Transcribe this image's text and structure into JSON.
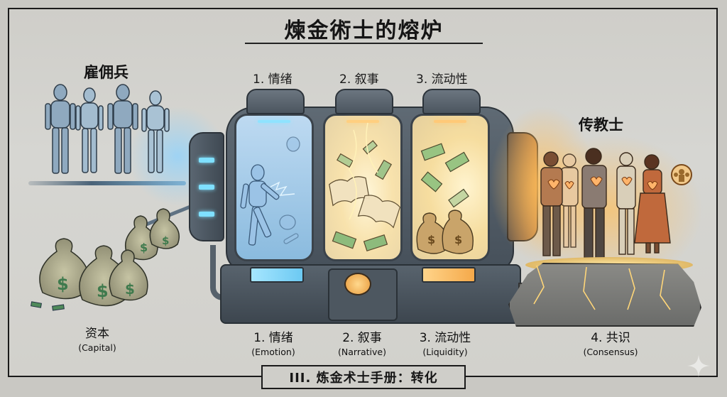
{
  "title": "煉金術士的熔炉",
  "left_section": {
    "top_label": "雇佣兵",
    "bottom_label": "资本",
    "bottom_sub": "(Capital)",
    "top_items": [
      "robot",
      "robot",
      "robot",
      "robot"
    ],
    "bottom_items": [
      "money-bag",
      "money-bag",
      "money-bag",
      "money-bag",
      "money-bag"
    ]
  },
  "furnace": {
    "chambers": [
      {
        "top_label": "1. 情绪",
        "bottom_label": "1. 情绪",
        "bottom_sub": "(Emotion)",
        "content": "robot dissolving",
        "glow": "#8fd8ff"
      },
      {
        "top_label": "2. 叙事",
        "bottom_label": "2. 叙事",
        "bottom_sub": "(Narrative)",
        "content": "books and banknotes",
        "glow": "#ffd27a"
      },
      {
        "top_label": "3. 流动性",
        "bottom_label": "3. 流动性",
        "bottom_sub": "(Liquidity)",
        "content": "banknotes and money bags",
        "glow": "#ffc56a"
      }
    ]
  },
  "right_section": {
    "top_label": "传教士",
    "bottom_label": "4. 共识",
    "bottom_sub": "(Consensus)",
    "people_count": 5,
    "icon": "community-icon"
  },
  "footer": {
    "label": "III. 炼金术士手册：转化"
  },
  "colors": {
    "background": "#c9c8c3",
    "frame": "#1a1a1a",
    "cool_glow": "#8fe3ff",
    "warm_glow": "#ffc978",
    "metal": "#4c565f"
  }
}
